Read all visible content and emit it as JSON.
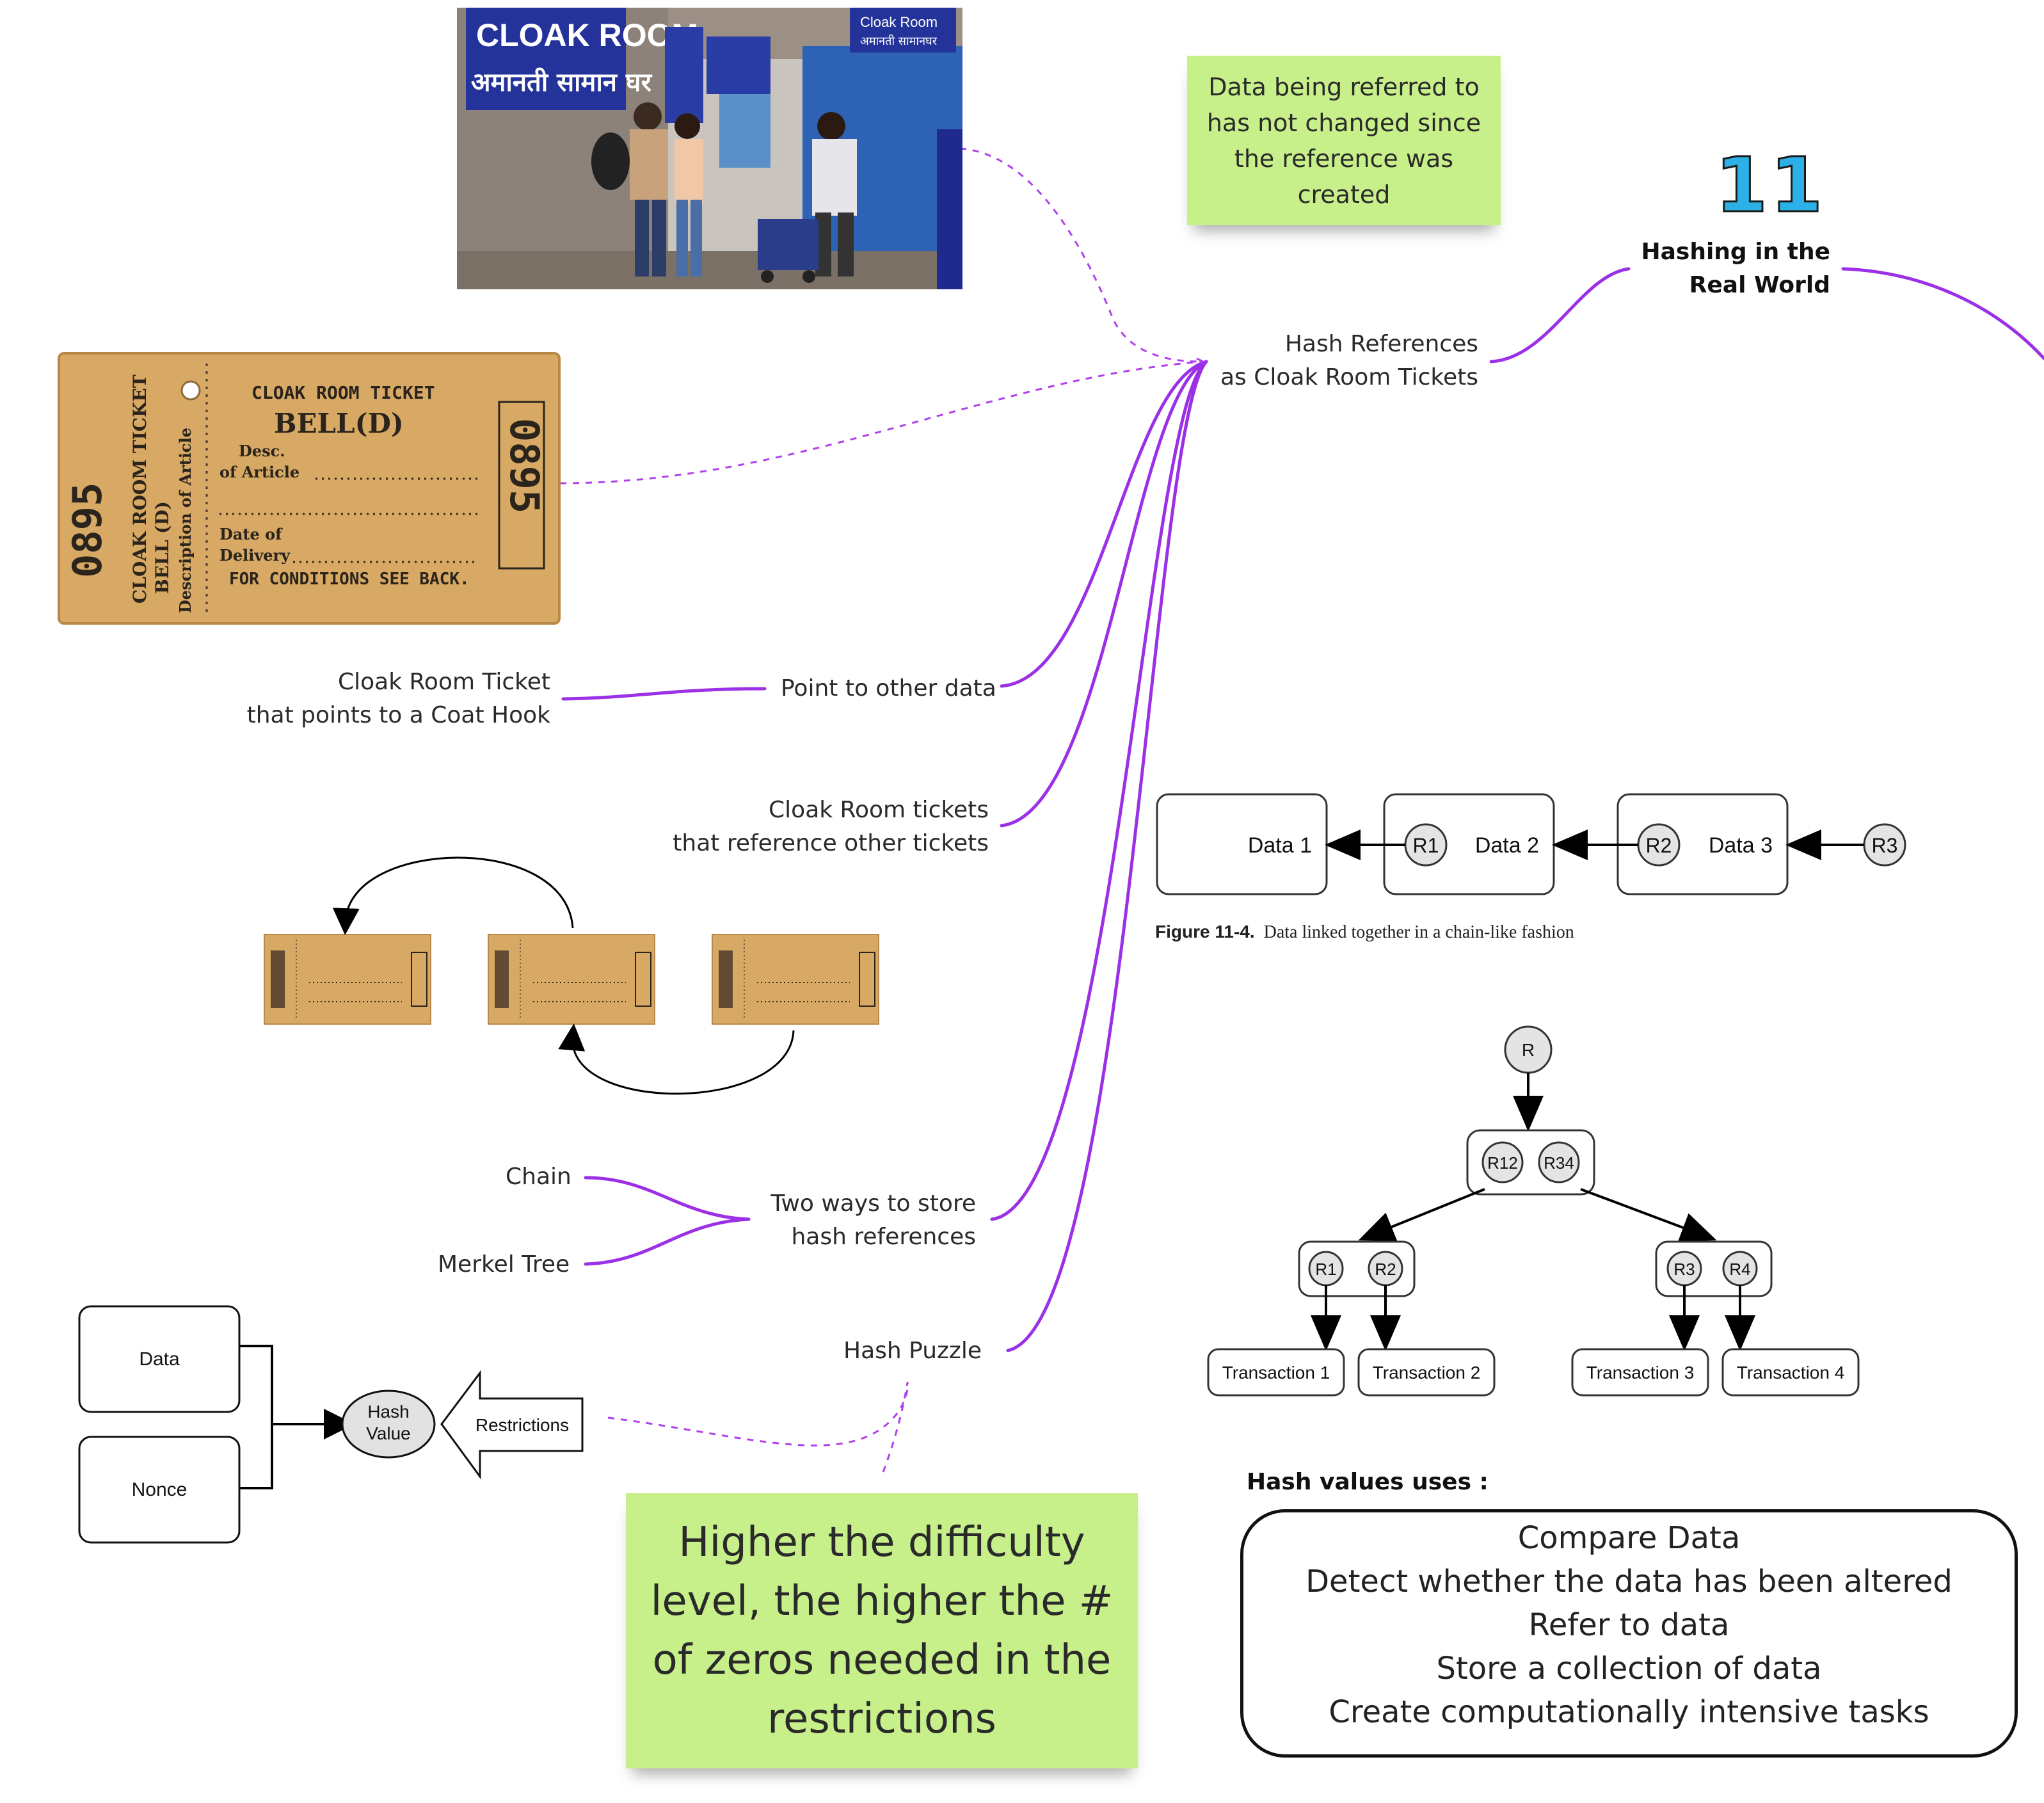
{
  "topic": {
    "number": "11",
    "title_lines": [
      "Hashing in the",
      "Real World"
    ]
  },
  "branch": {
    "label_lines": [
      "Hash References",
      "as Cloak Room Tickets"
    ]
  },
  "sticky_top": {
    "lines": [
      "Data being referred to",
      "has not changed since",
      "the reference was",
      "created"
    ]
  },
  "sticky_bottom": {
    "lines": [
      "Higher the difficulty",
      "level, the higher the #",
      "of zeros needed in the",
      "restrictions"
    ]
  },
  "children": {
    "point": "Point to other data",
    "point_detail_lines": [
      "Cloak Room Ticket",
      "that points to a Coat Hook"
    ],
    "reference_lines": [
      "Cloak Room tickets",
      "that reference other tickets"
    ],
    "two_ways_lines": [
      "Two ways to store",
      "hash references"
    ],
    "chain": "Chain",
    "merkel": "Merkel Tree",
    "puzzle": "Hash Puzzle"
  },
  "photo": {
    "sign_en": "CLOAK ROOM",
    "sign_hi": "अमानती सामान घर",
    "sign_right_en": "Cloak Room",
    "sign_right_hi": "अमानती सामानघर"
  },
  "ticket": {
    "number": "0895",
    "heading": "CLOAK  ROOM  TICKET",
    "name": "BELL(D)",
    "desc": "Desc.",
    "article": "of Article",
    "date_of": "Date of",
    "delivery": "Delivery",
    "conditions": "FOR CONDITIONS SEE BACK.",
    "side_title": "CLOAK ROOM TICKET",
    "side_name": "BELL (D)",
    "side_desc": "Description of Article"
  },
  "chain_figure": {
    "boxes": [
      "Data 1",
      "Data 2",
      "Data 3"
    ],
    "refs": [
      "R1",
      "R2",
      "R3"
    ],
    "caption_bold": "Figure 11-4.",
    "caption_text": "Data linked together in a chain-like fashion"
  },
  "merkle_figure": {
    "root": "R",
    "level1": [
      "R12",
      "R34"
    ],
    "level2": [
      "R1",
      "R2",
      "R3",
      "R4"
    ],
    "leaves": [
      "Transaction 1",
      "Transaction 2",
      "Transaction 3",
      "Transaction 4"
    ]
  },
  "puzzle_figure": {
    "data": "Data",
    "nonce": "Nonce",
    "hash_line1": "Hash",
    "hash_line2": "Value",
    "restrictions": "Restrictions"
  },
  "uses": {
    "title": "Hash values uses :",
    "items": [
      "Compare Data",
      "Detect whether the data has been altered",
      "Refer to data",
      "Store a collection of data",
      "Create computationally intensive tasks"
    ]
  },
  "colors": {
    "branch_purple": "#9b30e6",
    "sticky_green": "#c8f08a",
    "badge_blue": "#2bb0e8"
  }
}
